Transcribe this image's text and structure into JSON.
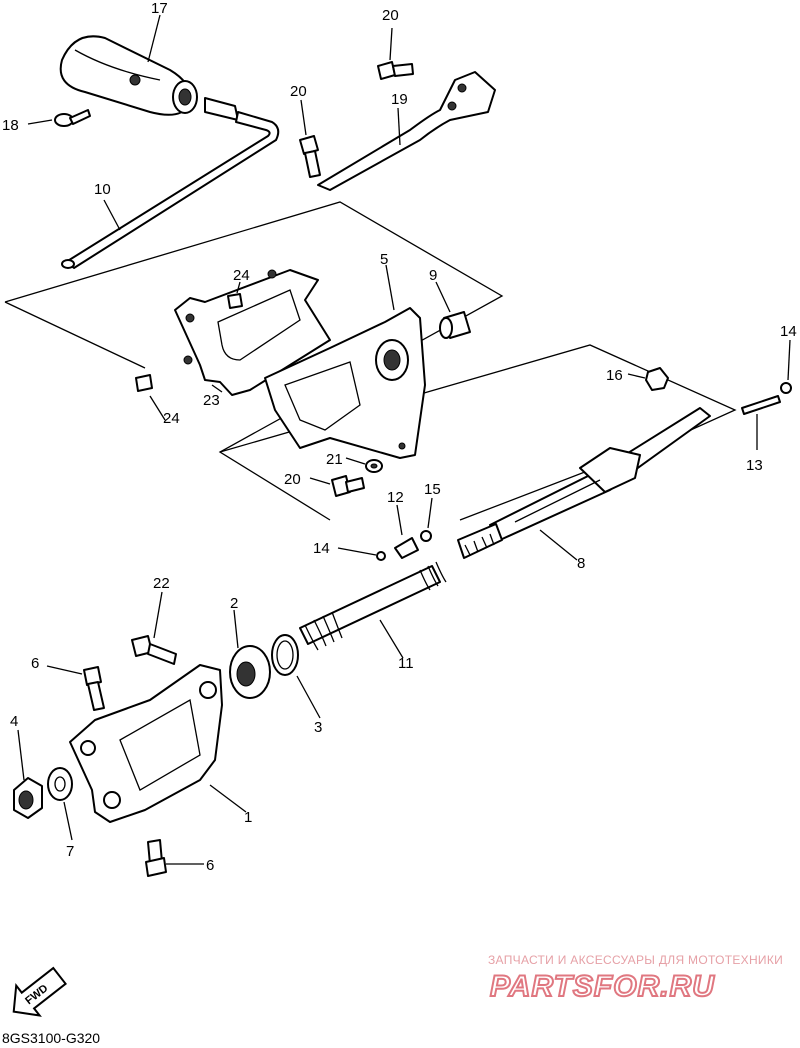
{
  "diagram": {
    "drawing_code": "8GS3100-G320",
    "direction_label": "FWD",
    "callouts": [
      {
        "id": "c17a",
        "label": "17"
      },
      {
        "id": "c18",
        "label": "18"
      },
      {
        "id": "c10",
        "label": "10"
      },
      {
        "id": "c20a",
        "label": "20"
      },
      {
        "id": "c20b",
        "label": "20"
      },
      {
        "id": "c19",
        "label": "19"
      },
      {
        "id": "c24a",
        "label": "24"
      },
      {
        "id": "c24b",
        "label": "24"
      },
      {
        "id": "c23",
        "label": "23"
      },
      {
        "id": "c5",
        "label": "5"
      },
      {
        "id": "c9",
        "label": "9"
      },
      {
        "id": "c14a",
        "label": "14"
      },
      {
        "id": "c16",
        "label": "16"
      },
      {
        "id": "c13",
        "label": "13"
      },
      {
        "id": "c20c",
        "label": "20"
      },
      {
        "id": "c21",
        "label": "21"
      },
      {
        "id": "c12",
        "label": "12"
      },
      {
        "id": "c15",
        "label": "15"
      },
      {
        "id": "c14b",
        "label": "14"
      },
      {
        "id": "c8",
        "label": "8"
      },
      {
        "id": "c22",
        "label": "22"
      },
      {
        "id": "c2",
        "label": "2"
      },
      {
        "id": "c11",
        "label": "11"
      },
      {
        "id": "c6a",
        "label": "6"
      },
      {
        "id": "c3",
        "label": "3"
      },
      {
        "id": "c4",
        "label": "4"
      },
      {
        "id": "c1",
        "label": "1"
      },
      {
        "id": "c7",
        "label": "7"
      },
      {
        "id": "c6b",
        "label": "6"
      }
    ]
  },
  "watermark": {
    "tagline": "ЗАПЧАСТИ И АКСЕССУАРЫ ДЛЯ МОТОТЕХНИКИ",
    "brand": "PARTSFOR.RU"
  }
}
